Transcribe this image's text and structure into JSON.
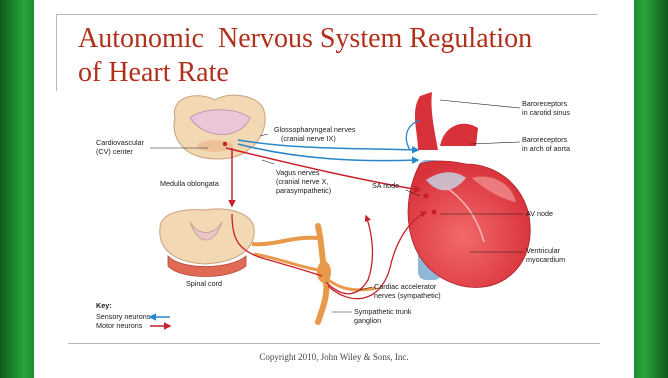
{
  "slide": {
    "title": "Autonomic  Nervous System Regulation\nof Heart Rate",
    "footer": "Copyright 2010, John Wiley & Sons, Inc.",
    "accent_color": "#2aa53c",
    "title_color": "#b22f1c"
  },
  "diagram": {
    "labels": {
      "cv_center_1": "Cardiovascular",
      "cv_center_2": "(CV) center",
      "medulla": "Medulla oblongata",
      "spinal_cord": "Spinal cord",
      "glosso_1": "Glossopharyngeal nerves",
      "glosso_2": "(cranial nerve IX)",
      "vagus_1": "Vagus nerves",
      "vagus_2": "(cranial nerve X,",
      "vagus_3": "parasympathetic)",
      "sa_node": "SA node",
      "baro_carotid_1": "Baroreceptors",
      "baro_carotid_2": "in carotid sinus",
      "baro_aorta_1": "Baroreceptors",
      "baro_aorta_2": "in arch of aorta",
      "av_node": "AV node",
      "ventricular_1": "Ventricular",
      "ventricular_2": "myocardium",
      "cardiac_acc_1": "Cardiac accelerator",
      "cardiac_acc_2": "nerves (sympathetic)",
      "symp_trunk_1": "Sympathetic trunk",
      "symp_trunk_2": "ganglion"
    },
    "key": {
      "title": "Key:",
      "sensory": "Sensory neurons",
      "motor": "Motor neurons",
      "sensory_color": "#2a86c8",
      "motor_color": "#c8202a"
    }
  }
}
